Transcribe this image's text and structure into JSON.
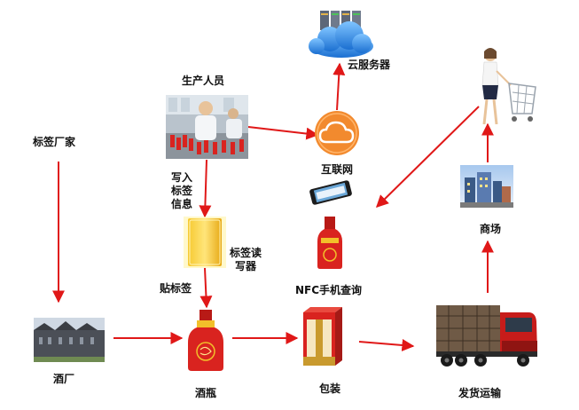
{
  "nodes": {
    "cloud_server": "云服务器",
    "production_staff": "生产人员",
    "label_maker": "标签厂家",
    "write_label_info": [
      "写入",
      "标签",
      "信息"
    ],
    "internet": "互联网",
    "tag_reader_writer": [
      "标签读",
      "写器"
    ],
    "apply_label": "贴标签",
    "nfc_query": "NFC手机查询",
    "mall": "商场",
    "winery": "酒厂",
    "bottling": "酒瓶",
    "packaging": "包装",
    "shipping": "发货运输"
  },
  "colors": {
    "arrow": "#e01818",
    "cloud_orange": "#f28a2e",
    "server_blue": "#3a8ee6",
    "bottle_red": "#d9231f",
    "gold": "#f2c02a"
  },
  "icons": [
    "server-rack-icon",
    "cloud-icon",
    "shopper-icon",
    "factory-photo",
    "truck-icon",
    "phone-icon",
    "mall-photo",
    "bottle-icon",
    "gift-box-icon",
    "reader-card-icon",
    "workers-photo"
  ]
}
